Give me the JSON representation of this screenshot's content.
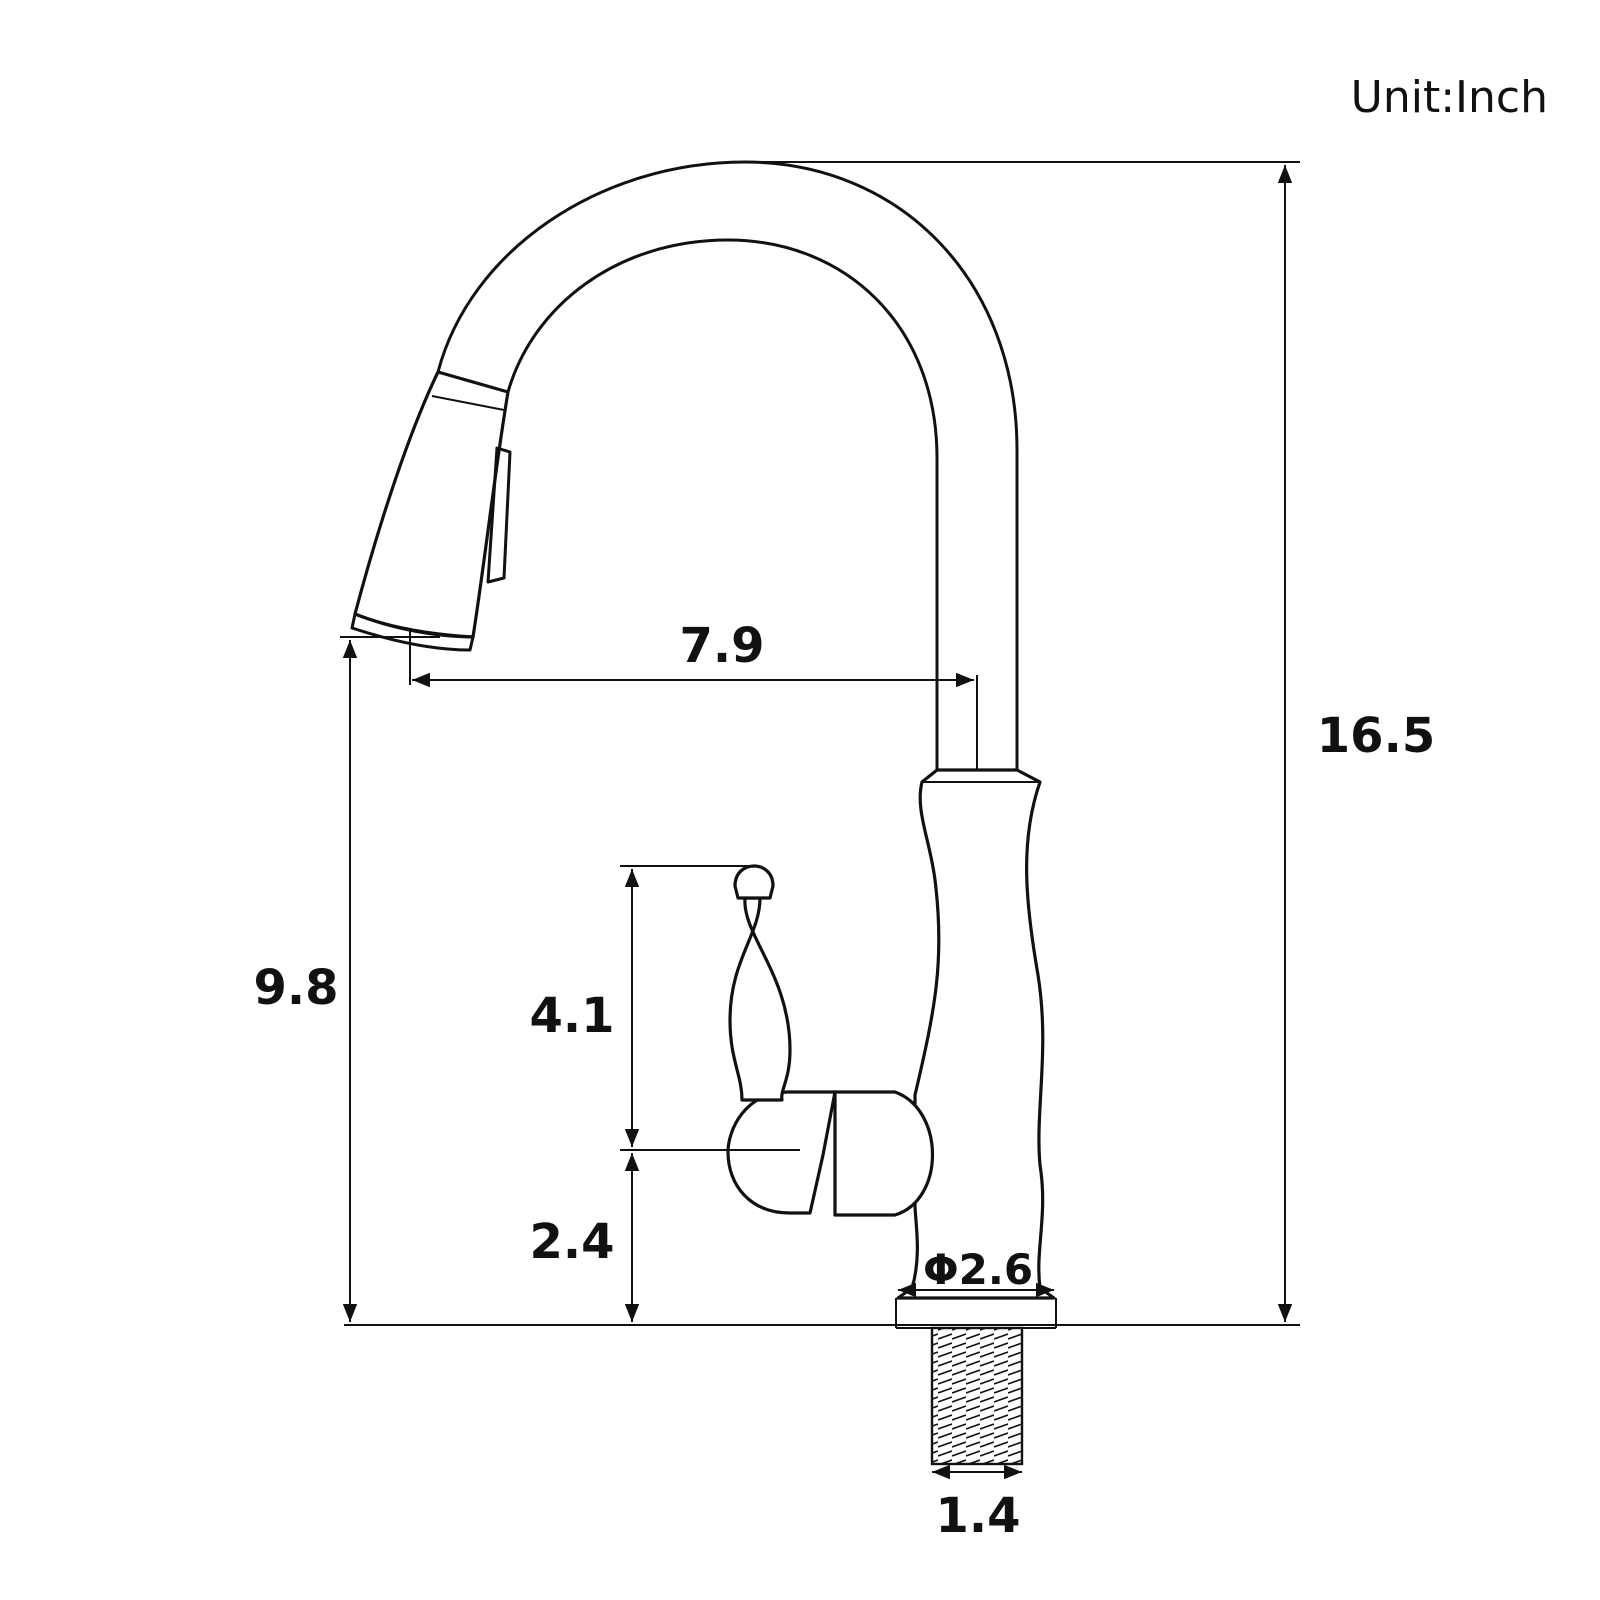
{
  "unit_label": "Unit:Inch",
  "dimensions": {
    "total_height": "16.5",
    "spout_reach": "7.9",
    "spout_height": "9.8",
    "handle_height": "4.1",
    "handle_axis_height": "2.4",
    "base_diameter": "Φ2.6",
    "thread_diameter": "1.4"
  },
  "colors": {
    "line": "#111111",
    "background": "#ffffff"
  }
}
